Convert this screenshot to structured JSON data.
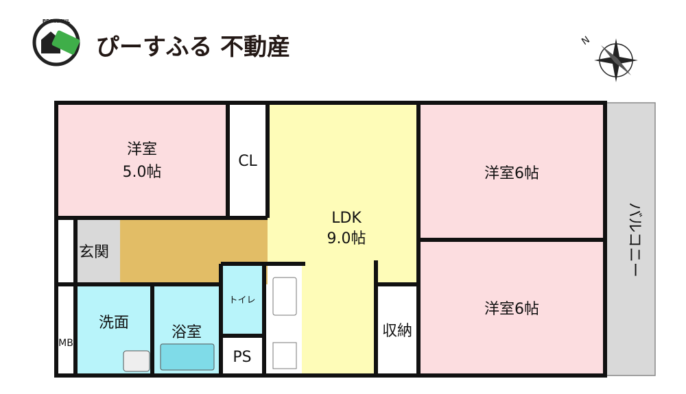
{
  "logo": {
    "badge_text": "PEACEFUL",
    "brand_name": "ぴーすふる 不動産",
    "accent_color": "#3fae49"
  },
  "compass": {
    "north_label": "N"
  },
  "rooms": {
    "western_room_1": {
      "name": "洋室",
      "size": "5.0帖"
    },
    "closet": "CL",
    "ldk": {
      "name": "LDK",
      "size": "9.0帖"
    },
    "western_room_2": "洋室6帖",
    "western_room_3": "洋室6帖",
    "balcony": "バルコニー",
    "entrance": "玄関",
    "washroom": "洗面",
    "bathroom": "浴室",
    "toilet": "トイレ",
    "pipe_space": "PS",
    "storage": "収納",
    "meter_box": "MB"
  },
  "colors": {
    "pink": "#fcdde0",
    "yellow": "#fefcb8",
    "cyan": "#b8f4fa",
    "tan": "#e2bd66",
    "gray": "#d9d9d9"
  }
}
